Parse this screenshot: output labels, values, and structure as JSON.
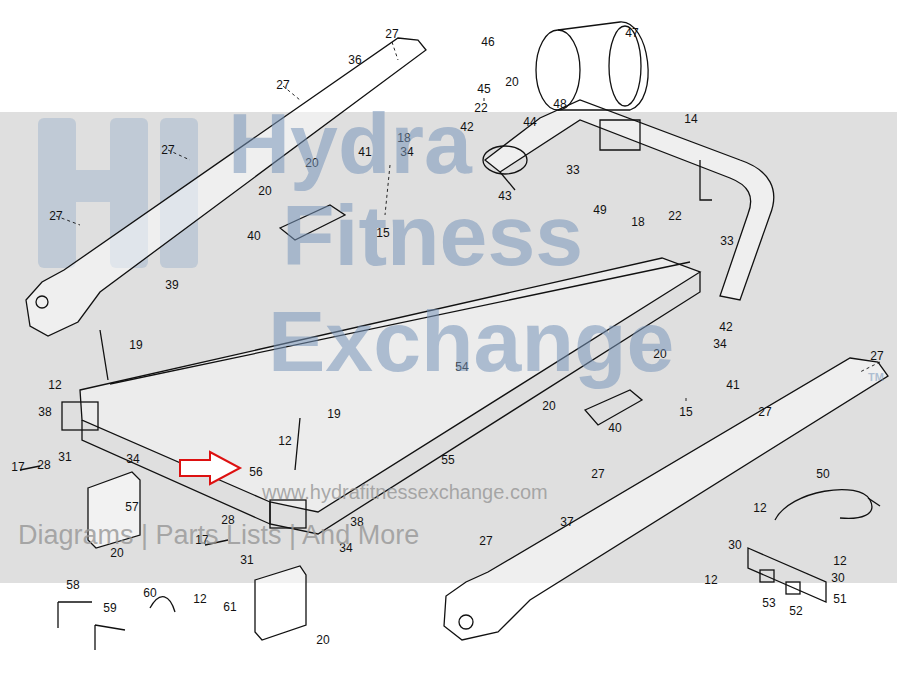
{
  "diagram": {
    "labels": [
      "27",
      "36",
      "46",
      "47",
      "27",
      "45",
      "20",
      "22",
      "48",
      "44",
      "14",
      "18",
      "42",
      "27",
      "41",
      "34",
      "20",
      "33",
      "43",
      "20",
      "49",
      "27",
      "15",
      "18",
      "22",
      "40",
      "33",
      "39",
      "42",
      "19",
      "34",
      "54",
      "20",
      "27",
      "12",
      "41",
      "20",
      "15",
      "38",
      "19",
      "40",
      "27",
      "12",
      "34",
      "17",
      "28",
      "31",
      "56",
      "55",
      "27",
      "50",
      "57",
      "38",
      "28",
      "27",
      "37",
      "12",
      "30",
      "12",
      "17",
      "31",
      "34",
      "30",
      "20",
      "12",
      "58",
      "60",
      "12",
      "51",
      "53",
      "52",
      "59",
      "61",
      "20",
      "Hydra",
      "Fitness",
      "Exchange",
      "TM",
      "www.hydrafitnessexchange.com",
      "Diagrams | Parts Lists | And More"
    ]
  }
}
